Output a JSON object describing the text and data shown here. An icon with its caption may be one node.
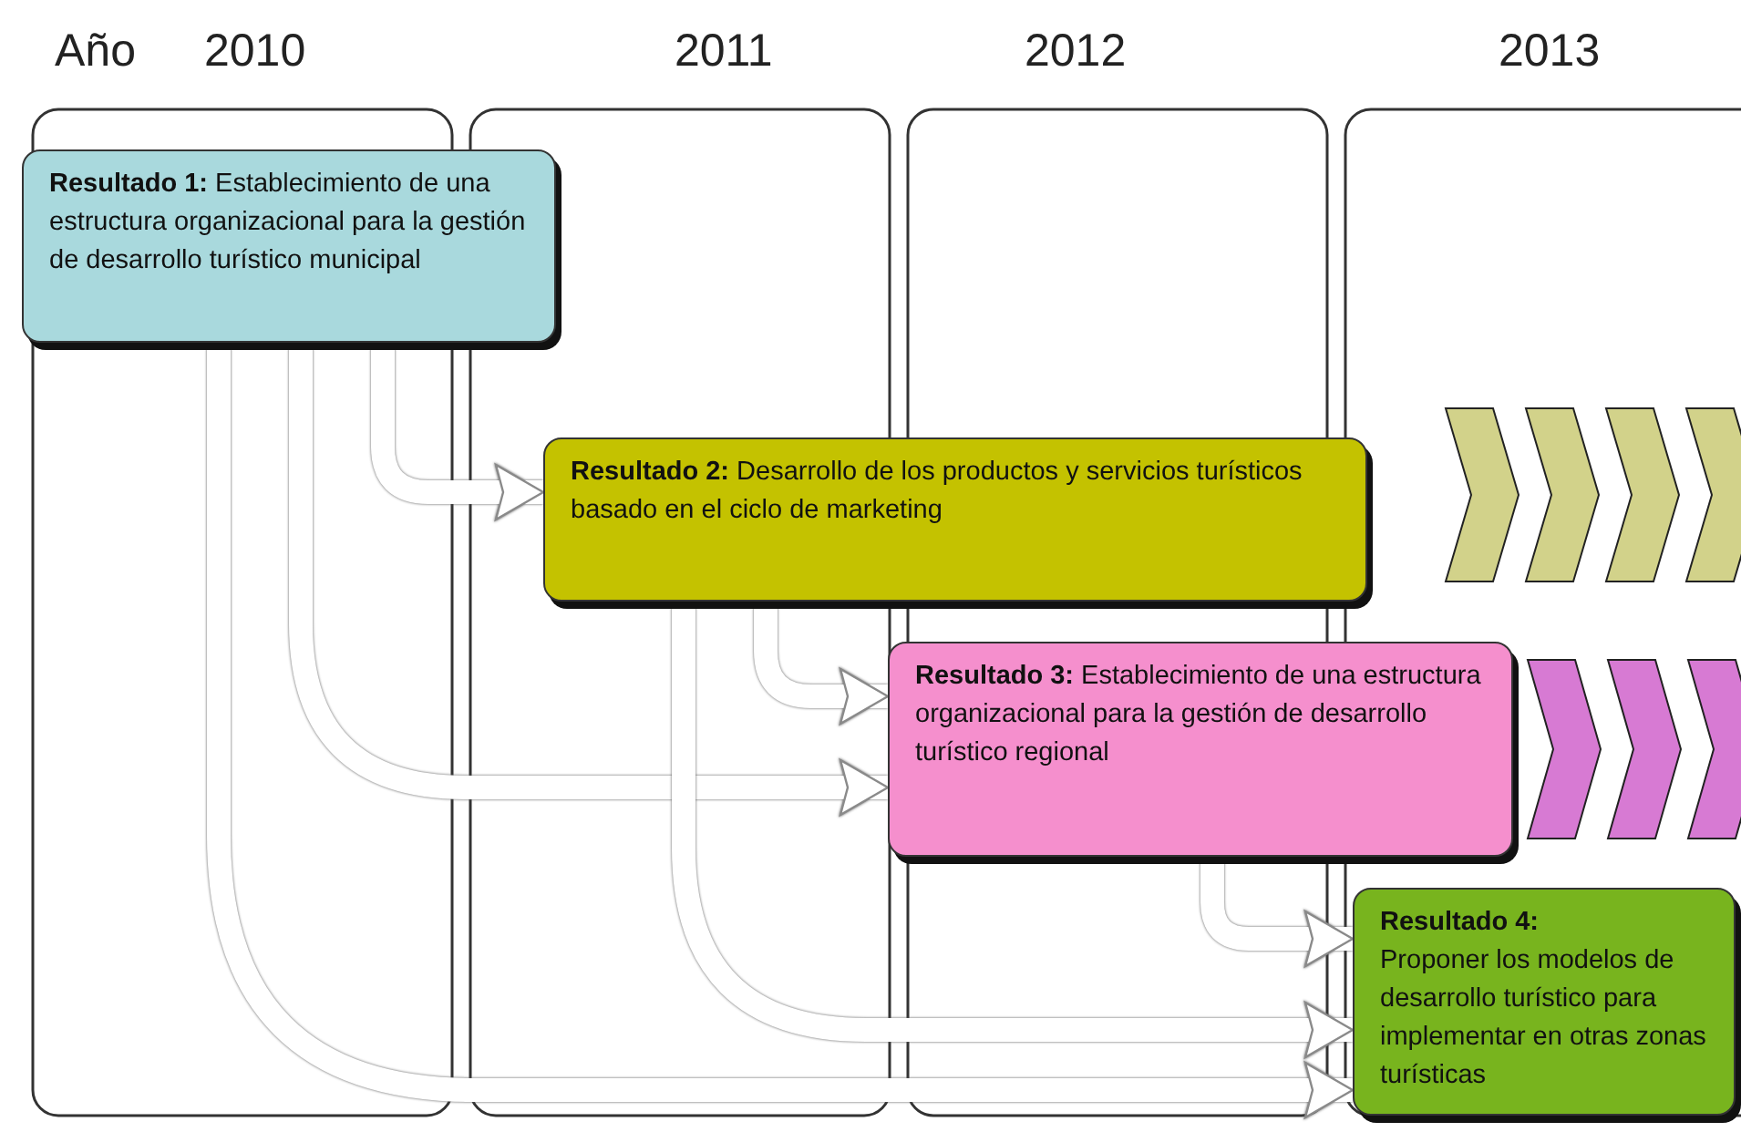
{
  "diagram": {
    "nodes": [
      {
        "text": [
          "**Resultado 1:** Establecimiento de una estructura organizacional para la gestión de desarrollo turístico municipal"
        ]
      },
      {
        "text": [
          "**Resultado 2:** Desarrollo de los productos y servicios turísticos basado en el ciclo de marketing"
        ]
      },
      {
        "text": [
          "**Resultado 3:** Establecimiento de una estructura organizacional para la gestión de desarrollo turístico regional"
        ]
      },
      {
        "text": [
          "Resultado 4:",
          "Proponer los modelos de desarrollo turístico para implementar en otras zonas turísticas"
        ]
      }
    ],
    "edges": [
      {
        "from": 0,
        "to": 1,
        "arrow": "to"
      },
      {
        "from": 0,
        "to": 2,
        "arrow": "to"
      },
      {
        "from": 0,
        "to": 3,
        "arrow": "to"
      },
      {
        "from": 1,
        "to": 2,
        "arrow": "to"
      },
      {
        "from": 1,
        "to": 3,
        "arrow": "to"
      },
      {
        "from": 2,
        "to": 3,
        "arrow": "to"
      }
    ],
    "labels": [
      "Año",
      "2010",
      "2011",
      "2012",
      "2013"
    ]
  }
}
